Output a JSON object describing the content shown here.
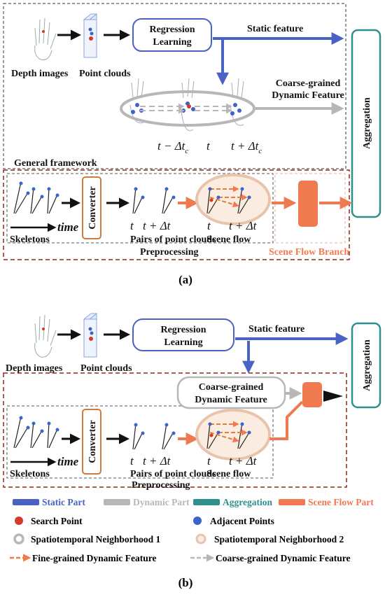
{
  "panel_a": {
    "caption": "(a)",
    "depth_images": "Depth images",
    "point_clouds": "Point clouds",
    "regression_line1": "Regression",
    "regression_line2": "Learning",
    "static_feature": "Static feature",
    "coarse_line1": "Coarse-grained",
    "coarse_line2": "Dynamic Feature",
    "aggregation": "Aggregation",
    "time_t_minus": "t − Δt",
    "time_t_minus_sub": "c",
    "time_t": "t",
    "time_t_plus": "t + Δt",
    "time_t_plus_sub": "c",
    "general_framework": "General framework",
    "time_word": "time",
    "converter": "Converter",
    "skeletons": "Skeletons",
    "t1": "t",
    "t1_plus": "t + Δt",
    "pairs": "Pairs of point clouds",
    "t2": "t",
    "t2_plus": "t + Δt",
    "scene_flow": "Scene flow",
    "preprocessing": "Preprocessing",
    "scene_flow_branch": "Scene Flow Branch"
  },
  "panel_b": {
    "caption": "(b)",
    "depth_images": "Depth images",
    "point_clouds": "Point clouds",
    "regression_line1": "Regression",
    "regression_line2": "Learning",
    "static_feature": "Static feature",
    "aggregation": "Aggregation",
    "coarse_line1": "Coarse-grained",
    "coarse_line2": "Dynamic Feature",
    "time_word": "time",
    "converter": "Converter",
    "skeletons": "Skeletons",
    "t1": "t",
    "t1_plus": "t + Δt",
    "pairs": "Pairs of point clouds",
    "t2": "t",
    "t2_plus": "t + Δt",
    "scene_flow": "Scene flow",
    "preprocessing": "Preprocessing"
  },
  "legend": {
    "static_part": "Static Part",
    "dynamic_part": "Dynamic Part",
    "aggregation": "Aggregation",
    "scene_flow_part": "Scene Flow Part",
    "search_point": "Search Point",
    "adjacent_points": "Adjacent Points",
    "neighborhood_1": "Spatiotemporal Neighborhood 1",
    "neighborhood_2": "Spatiotemporal Neighborhood 2",
    "fine_grained": "Fine-grained Dynamic Feature",
    "coarse_grained": "Coarse-grained Dynamic Feature"
  },
  "colors": {
    "static": "#4a62c4",
    "dynamic": "#b7b7b7",
    "aggregation": "#2f8f8f",
    "scene_flow": "#f07a50",
    "search_point": "#d23a2a",
    "adjacent_point": "#3b63c8",
    "dashed_frame": "#8a2a1a"
  }
}
